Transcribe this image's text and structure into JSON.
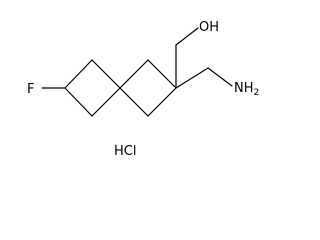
{
  "molecule": {
    "atoms": {
      "fluorine": "F",
      "hydroxyl": "OH",
      "amine": "NH",
      "amine_subscript": "2"
    },
    "salt": "HCl"
  }
}
